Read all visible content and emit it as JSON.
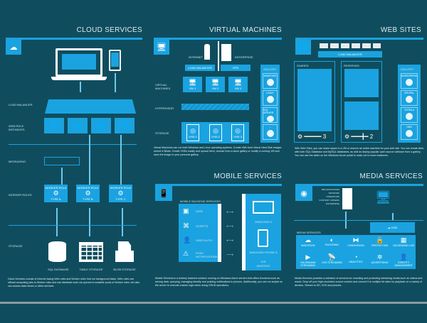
{
  "cloud": {
    "title": "CLOUD SERVICES",
    "icon": "cloud-icon",
    "labels": {
      "load_balancer": "LOAD BALANCER",
      "web_role": "WEB ROLE INSTANCES",
      "messaging": "MESSAGING",
      "worker": "WORKER ROLES",
      "storage": "STORAGE"
    },
    "workers": [
      {
        "top": "WORKER ROLE",
        "bottom": "TYPE A"
      },
      {
        "top": "WORKER ROLE",
        "bottom": "TYPE B"
      },
      {
        "top": "WORKER ROLE",
        "bottom": "TYPE C"
      }
    ],
    "stores": [
      "SQL DATABASE",
      "TABLE STORAGE",
      "BLOB STORAGE"
    ],
    "desc": "Cloud Services consist of Internet-facing Web roles and Worker roles that run background tasks. Web roles can offload computing jobs to Worker roles and can distribute work via queues to scalable pools of Worker roles. All roles can access data stores or other services."
  },
  "vm": {
    "title": "VIRTUAL MACHINES",
    "icon": "monitor-icon",
    "internet": "INTERNET",
    "enterprise": "ENTERPRISE",
    "load_balancer": "LOAD BALANCER",
    "vpn": "VPN",
    "labels": {
      "vms": "VIRTUAL MACHINES",
      "hypervisor": "HYPERVISOR",
      "storage": "STORAGE"
    },
    "vm_names": [
      "VM 1",
      "VM 2",
      "VM 3"
    ],
    "vhd_names": [
      "VHD 1",
      "VHD 2",
      "VHD 3"
    ],
    "gallery": "GALLERY",
    "gallery_items": [
      "WINDOWS",
      "LINUX",
      "SQL SERVER",
      "..."
    ],
    "desc": "Virtual Machines can run both Windows and Linux operating systems. Create VMs from Virtual Hard Disk images stored in Blobs. Create VHDs locally and upload them, choose from a stock gallery or modify a running VM and save the image to your personal gallery."
  },
  "web": {
    "title": "WEB SITES",
    "icon": "globe-icon",
    "load_balancer": "LOAD BALANCER",
    "shared": "SHARED",
    "reserved": "RESERVED",
    "shared_count": "3",
    "reserved_count": "2",
    "gallery": "GALLERY",
    "gallery_items": [
      "WORDPRESS",
      "DRUPAL",
      "JOOMLA",
      "DNN"
    ],
    "desc": "With Web Sites, you can share space in a VM or reserve an entire machine for your web site. You can create sites with both SQL Database and MySQL databases, as well as deploy popular open source software from a gallery. You can use the slider on the Windows Azure portal to scale out to more instances."
  },
  "mobile": {
    "title": "MOBILE SERVICES",
    "icon": "phone-icon",
    "backend": "MOBILE BACKEND SERVICES",
    "items": [
      "DATA",
      "SCRIPTS",
      "USER AUTH",
      "PUSH NOTIFICATIONS"
    ],
    "clients": [
      "WINDOWS 8",
      "WINDOWS PHONE 8",
      "iOS",
      "ANDROID"
    ],
    "desc": "Mobile Services is a turnkey backend solution running on Windows Azure servers that offers functions such as storing data, querying, managing identity and pushing notifications to phones. Additionally, you can run scripts on the server to execute custom logic when doing CRUD operations."
  },
  "media": {
    "title": "MEDIA SERVICES",
    "icon": "media-icon",
    "sources": "Broadcasters Network Operators Content Owners Enterprise",
    "cdn": "CDN",
    "services_label": "MEDIA SERVICES",
    "services": [
      "INGESTION",
      "ENCODING",
      "CONVERSION",
      "PROTECTION",
      "ON-DEMAND LIVE",
      "ON-DEMAND STREAMING",
      "LIVE STREAMING",
      "ANALYTICS",
      "ADVERTISING",
      "IDENTITY MANAGEMENT"
    ],
    "desc": "Media Services provides a selection of services for encoding and protecting streaming media such as videos and music. Drop off your high-resolution source content and convert it to multiple bit rates for playback on a variety of devices. Stream to HD, DVD and phones."
  },
  "colors": {
    "bg": "#0f4d5e",
    "accent": "#1aa3e0"
  }
}
